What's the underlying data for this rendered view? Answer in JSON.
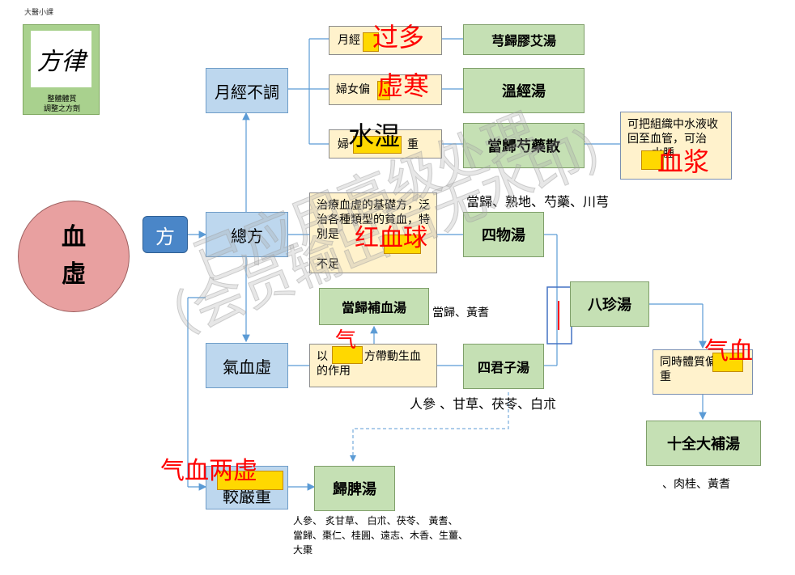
{
  "logo": {
    "caption_top": "大醫小課",
    "seal_text": "方律",
    "caption_line1": "整體體質",
    "caption_line2": "調整之方劑"
  },
  "main_node": {
    "line1": "血",
    "line2": "虛"
  },
  "fang_badge": "方",
  "categories": {
    "menstrual": "月經不調",
    "general": "總方",
    "qi_blood": "氣血虛",
    "severe": "較嚴重"
  },
  "conditions": {
    "heavy": "月經",
    "cold": "婦女偏",
    "damp_prefix": "婦",
    "damp_suffix": "重",
    "basic_desc": "治療血虛的基礎方，泛治各種類型的貧血，特別是",
    "basic_desc_tail": "不足",
    "qi_desc": "以",
    "qi_desc_mid": "方帶動生血",
    "qi_desc_end": "的作用",
    "both_weak": "同時體質偏虛較重",
    "plasma_note": "可把組織中水液收回至血管，可治",
    "plasma_note_tail": "水腫"
  },
  "formulas": {
    "jiao_ai": "芎歸膠艾湯",
    "wen_jing": "溫經湯",
    "danggui_shaoyao": "當歸芍藥散",
    "si_wu": "四物湯",
    "danggui_buxue": "當歸補血湯",
    "si_junzi": "四君子湯",
    "ba_zhen": "八珍湯",
    "shi_quan": "十全大補湯",
    "gui_pi": "歸脾湯"
  },
  "ingredients": {
    "si_wu": "當歸、熟地、芍藥、川芎",
    "danggui_buxue": "當歸、黃耆",
    "si_junzi": "人參 、甘草、茯苓、白朮",
    "shi_quan": "、肉桂、黃耆",
    "gui_pi_line1": "人參、 炙甘草、 白朮、茯苓、 黃耆、",
    "gui_pi_line2": "當歸、棗仁、桂圓、遠志、木香、生薑、",
    "gui_pi_line3": "大棗"
  },
  "annotations": {
    "guoduo": "过多",
    "xuhan": "虚寒",
    "shuishi": "水湿",
    "xuejiang": "血浆",
    "hongxueqiu": "红血球",
    "qi": "气",
    "qixue": "气血",
    "qixue_liangxu": "气血两虚"
  },
  "watermark": {
    "line1": "已应用高级处理",
    "line2": "（会员输出后无水印）"
  },
  "colors": {
    "blue_box": "#bdd7ee",
    "green_box": "#c5e0b4",
    "cream_box": "#fff2cc",
    "main_circle": "#e8a0a0",
    "annotation_red": "#ff0000",
    "highlight": "#ffd800"
  }
}
